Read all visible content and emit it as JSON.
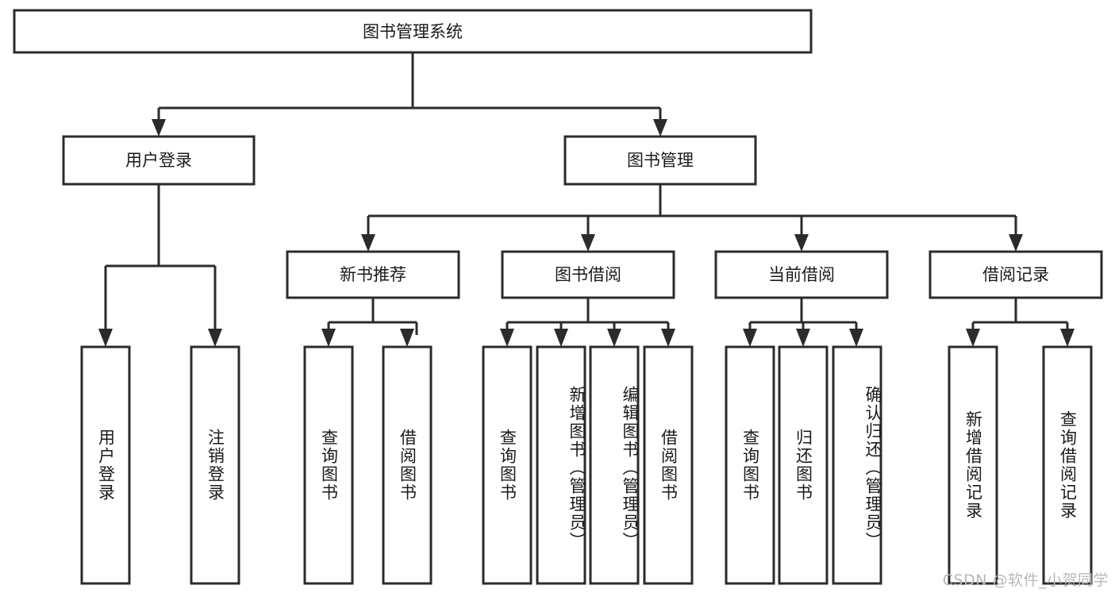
{
  "diagram": {
    "title": "图书管理系统",
    "type": "hierarchy-tree",
    "orientation": "top-down",
    "root": {
      "id": "root",
      "label": "图书管理系统",
      "label_orientation": "horizontal"
    },
    "level2": [
      {
        "id": "user-login",
        "label": "用户登录",
        "label_orientation": "horizontal"
      },
      {
        "id": "book-manage",
        "label": "图书管理",
        "label_orientation": "horizontal"
      }
    ],
    "level3": [
      {
        "id": "new-book-rec",
        "label": "新书推荐",
        "label_orientation": "horizontal",
        "parent": "book-manage"
      },
      {
        "id": "book-borrow",
        "label": "图书借阅",
        "label_orientation": "horizontal",
        "parent": "book-manage"
      },
      {
        "id": "current-borrow",
        "label": "当前借阅",
        "label_orientation": "horizontal",
        "parent": "book-manage"
      },
      {
        "id": "borrow-record",
        "label": "借阅记录",
        "label_orientation": "horizontal",
        "parent": "book-manage"
      }
    ],
    "leaves": [
      {
        "id": "leaf-user-login",
        "label": "用户登录",
        "label_orientation": "vertical",
        "parent": "user-login"
      },
      {
        "id": "leaf-logout",
        "label": "注销登录",
        "label_orientation": "vertical",
        "parent": "user-login"
      },
      {
        "id": "leaf-query-book-1",
        "label": "查询图书",
        "label_orientation": "vertical",
        "parent": "new-book-rec"
      },
      {
        "id": "leaf-borrow-book-1",
        "label": "借阅图书",
        "label_orientation": "vertical",
        "parent": "new-book-rec"
      },
      {
        "id": "leaf-query-book-2",
        "label": "查询图书",
        "label_orientation": "vertical",
        "parent": "book-borrow"
      },
      {
        "id": "leaf-add-book",
        "label": "新增图书（管理员）",
        "label_orientation": "vertical",
        "parent": "book-borrow"
      },
      {
        "id": "leaf-edit-book",
        "label": "编辑图书（管理员）",
        "label_orientation": "vertical",
        "parent": "book-borrow"
      },
      {
        "id": "leaf-borrow-book-2",
        "label": "借阅图书",
        "label_orientation": "vertical",
        "parent": "book-borrow"
      },
      {
        "id": "leaf-query-book-3",
        "label": "查询图书",
        "label_orientation": "vertical",
        "parent": "current-borrow"
      },
      {
        "id": "leaf-return-book",
        "label": "归还图书",
        "label_orientation": "vertical",
        "parent": "current-borrow"
      },
      {
        "id": "leaf-confirm-return",
        "label": "确认归还（管理员）",
        "label_orientation": "vertical",
        "parent": "current-borrow"
      },
      {
        "id": "leaf-add-record",
        "label": "新增借阅记录",
        "label_orientation": "vertical",
        "parent": "borrow-record"
      },
      {
        "id": "leaf-query-record",
        "label": "查询借阅记录",
        "label_orientation": "vertical",
        "parent": "borrow-record"
      }
    ],
    "colors": {
      "box_stroke": "#2b2b2b",
      "box_fill": "#ffffff",
      "connector": "#2b2b2b",
      "text": "#1a1a1a",
      "background": "#ffffff",
      "watermark": "#b8b8b8"
    }
  },
  "watermark": {
    "text": "CSDN @软件_小贺同学"
  }
}
